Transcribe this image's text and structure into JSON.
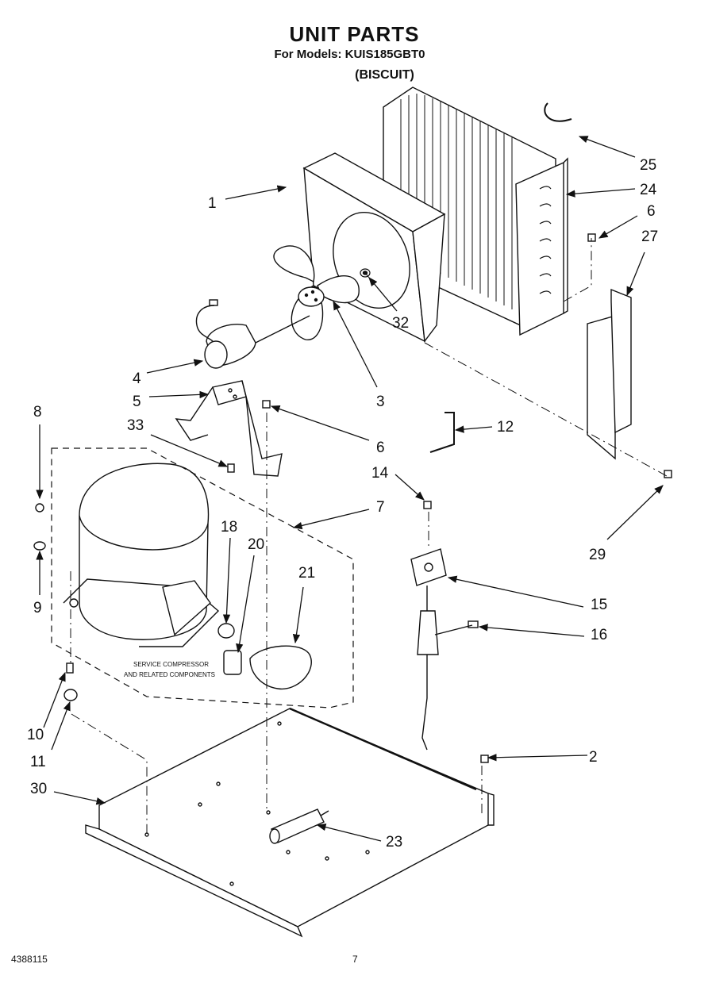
{
  "header": {
    "title": "UNIT PARTS",
    "models_line": "For Models: KUIS185GBT0",
    "color_line": "(BISCUIT)"
  },
  "callouts": {
    "c1": "1",
    "c2": "2",
    "c3": "3",
    "c4": "4",
    "c5": "5",
    "c6a": "6",
    "c6b": "6",
    "c7": "7",
    "c8": "8",
    "c9": "9",
    "c10": "10",
    "c11": "11",
    "c12": "12",
    "c14": "14",
    "c15": "15",
    "c16": "16",
    "c18": "18",
    "c20": "20",
    "c21": "21",
    "c23": "23",
    "c24": "24",
    "c25": "25",
    "c27": "27",
    "c29": "29",
    "c30": "30",
    "c32": "32",
    "c33": "33"
  },
  "service_note": {
    "line1": "SERVICE COMPRESSOR",
    "line2": "AND RELATED COMPONENTS"
  },
  "footer": {
    "document_number": "4388115",
    "page_number": "7"
  }
}
